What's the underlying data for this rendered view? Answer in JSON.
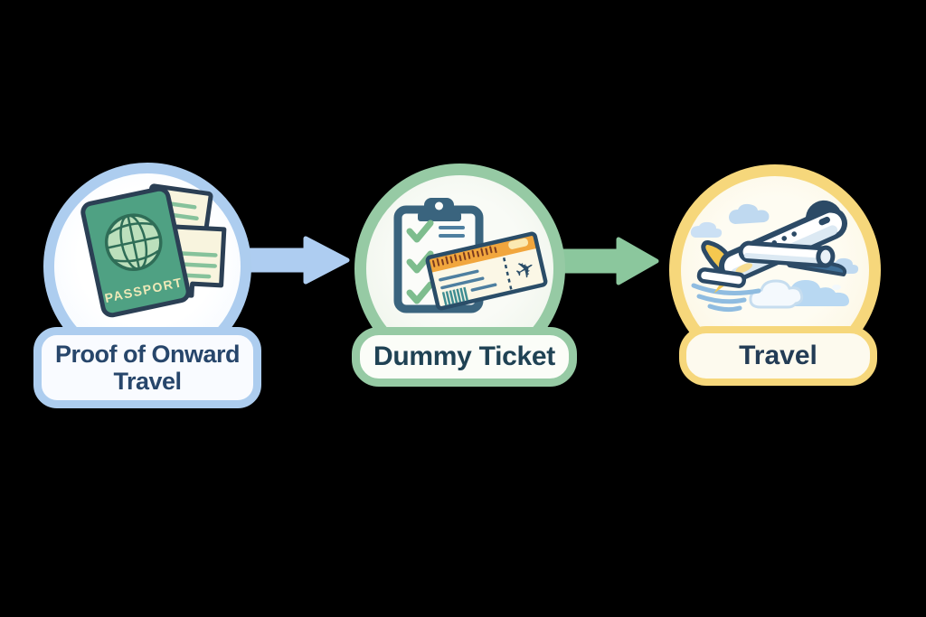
{
  "background_color": "#000000",
  "diagram": {
    "type": "flow",
    "direction": "left-to-right",
    "steps": [
      {
        "id": "proof-of-onward-travel",
        "label": "Proof of Onward Travel",
        "label_lines": [
          "Proof of Onward",
          "Travel"
        ],
        "icon": "passport-documents-icon",
        "ring_color": "#ADCDEF",
        "circle_fill": "#F4F9FF",
        "pill_fill": "#F9FBFF",
        "label_color": "#27466B",
        "passport_cover_text": "PASSPORT"
      },
      {
        "id": "dummy-ticket",
        "label": "Dummy Ticket",
        "label_lines": [
          "Dummy Ticket"
        ],
        "icon": "clipboard-boarding-pass-icon",
        "ring_color": "#96CAA4",
        "circle_fill": "#EDF4EA",
        "pill_fill": "#FBFDF8",
        "label_color": "#1F4254"
      },
      {
        "id": "travel",
        "label": "Travel",
        "label_lines": [
          "Travel"
        ],
        "icon": "airplane-takeoff-icon",
        "ring_color": "#F6D77B",
        "circle_fill": "#FDF8E9",
        "pill_fill": "#FDFAEE",
        "label_color": "#233C55"
      }
    ],
    "arrows": [
      {
        "from": "proof-of-onward-travel",
        "to": "dummy-ticket",
        "color": "#AECDF1",
        "icon": "arrow-right-icon"
      },
      {
        "from": "dummy-ticket",
        "to": "travel",
        "color": "#8BC79D",
        "icon": "arrow-right-icon"
      }
    ],
    "glyphs": {
      "ticket_plane": "✈"
    }
  }
}
